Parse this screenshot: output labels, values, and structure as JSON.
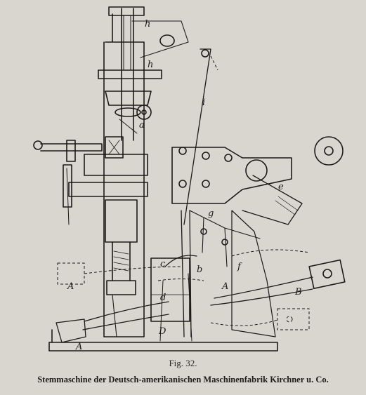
{
  "figure": {
    "number_label": "Fig. 32.",
    "caption": "Stemmaschine der Deutsch-amerikanischen Maschinenfabrik Kirchner u. Co.",
    "labels": {
      "h": "h",
      "i": "i",
      "a": "a",
      "e": "e",
      "g": "g",
      "c": "c",
      "b": "b",
      "d": "d",
      "f": "f",
      "A": "A",
      "B": "B",
      "D": "D"
    }
  },
  "colors": {
    "paper": "#d9d6cf",
    "ink": "#1c1a18"
  }
}
